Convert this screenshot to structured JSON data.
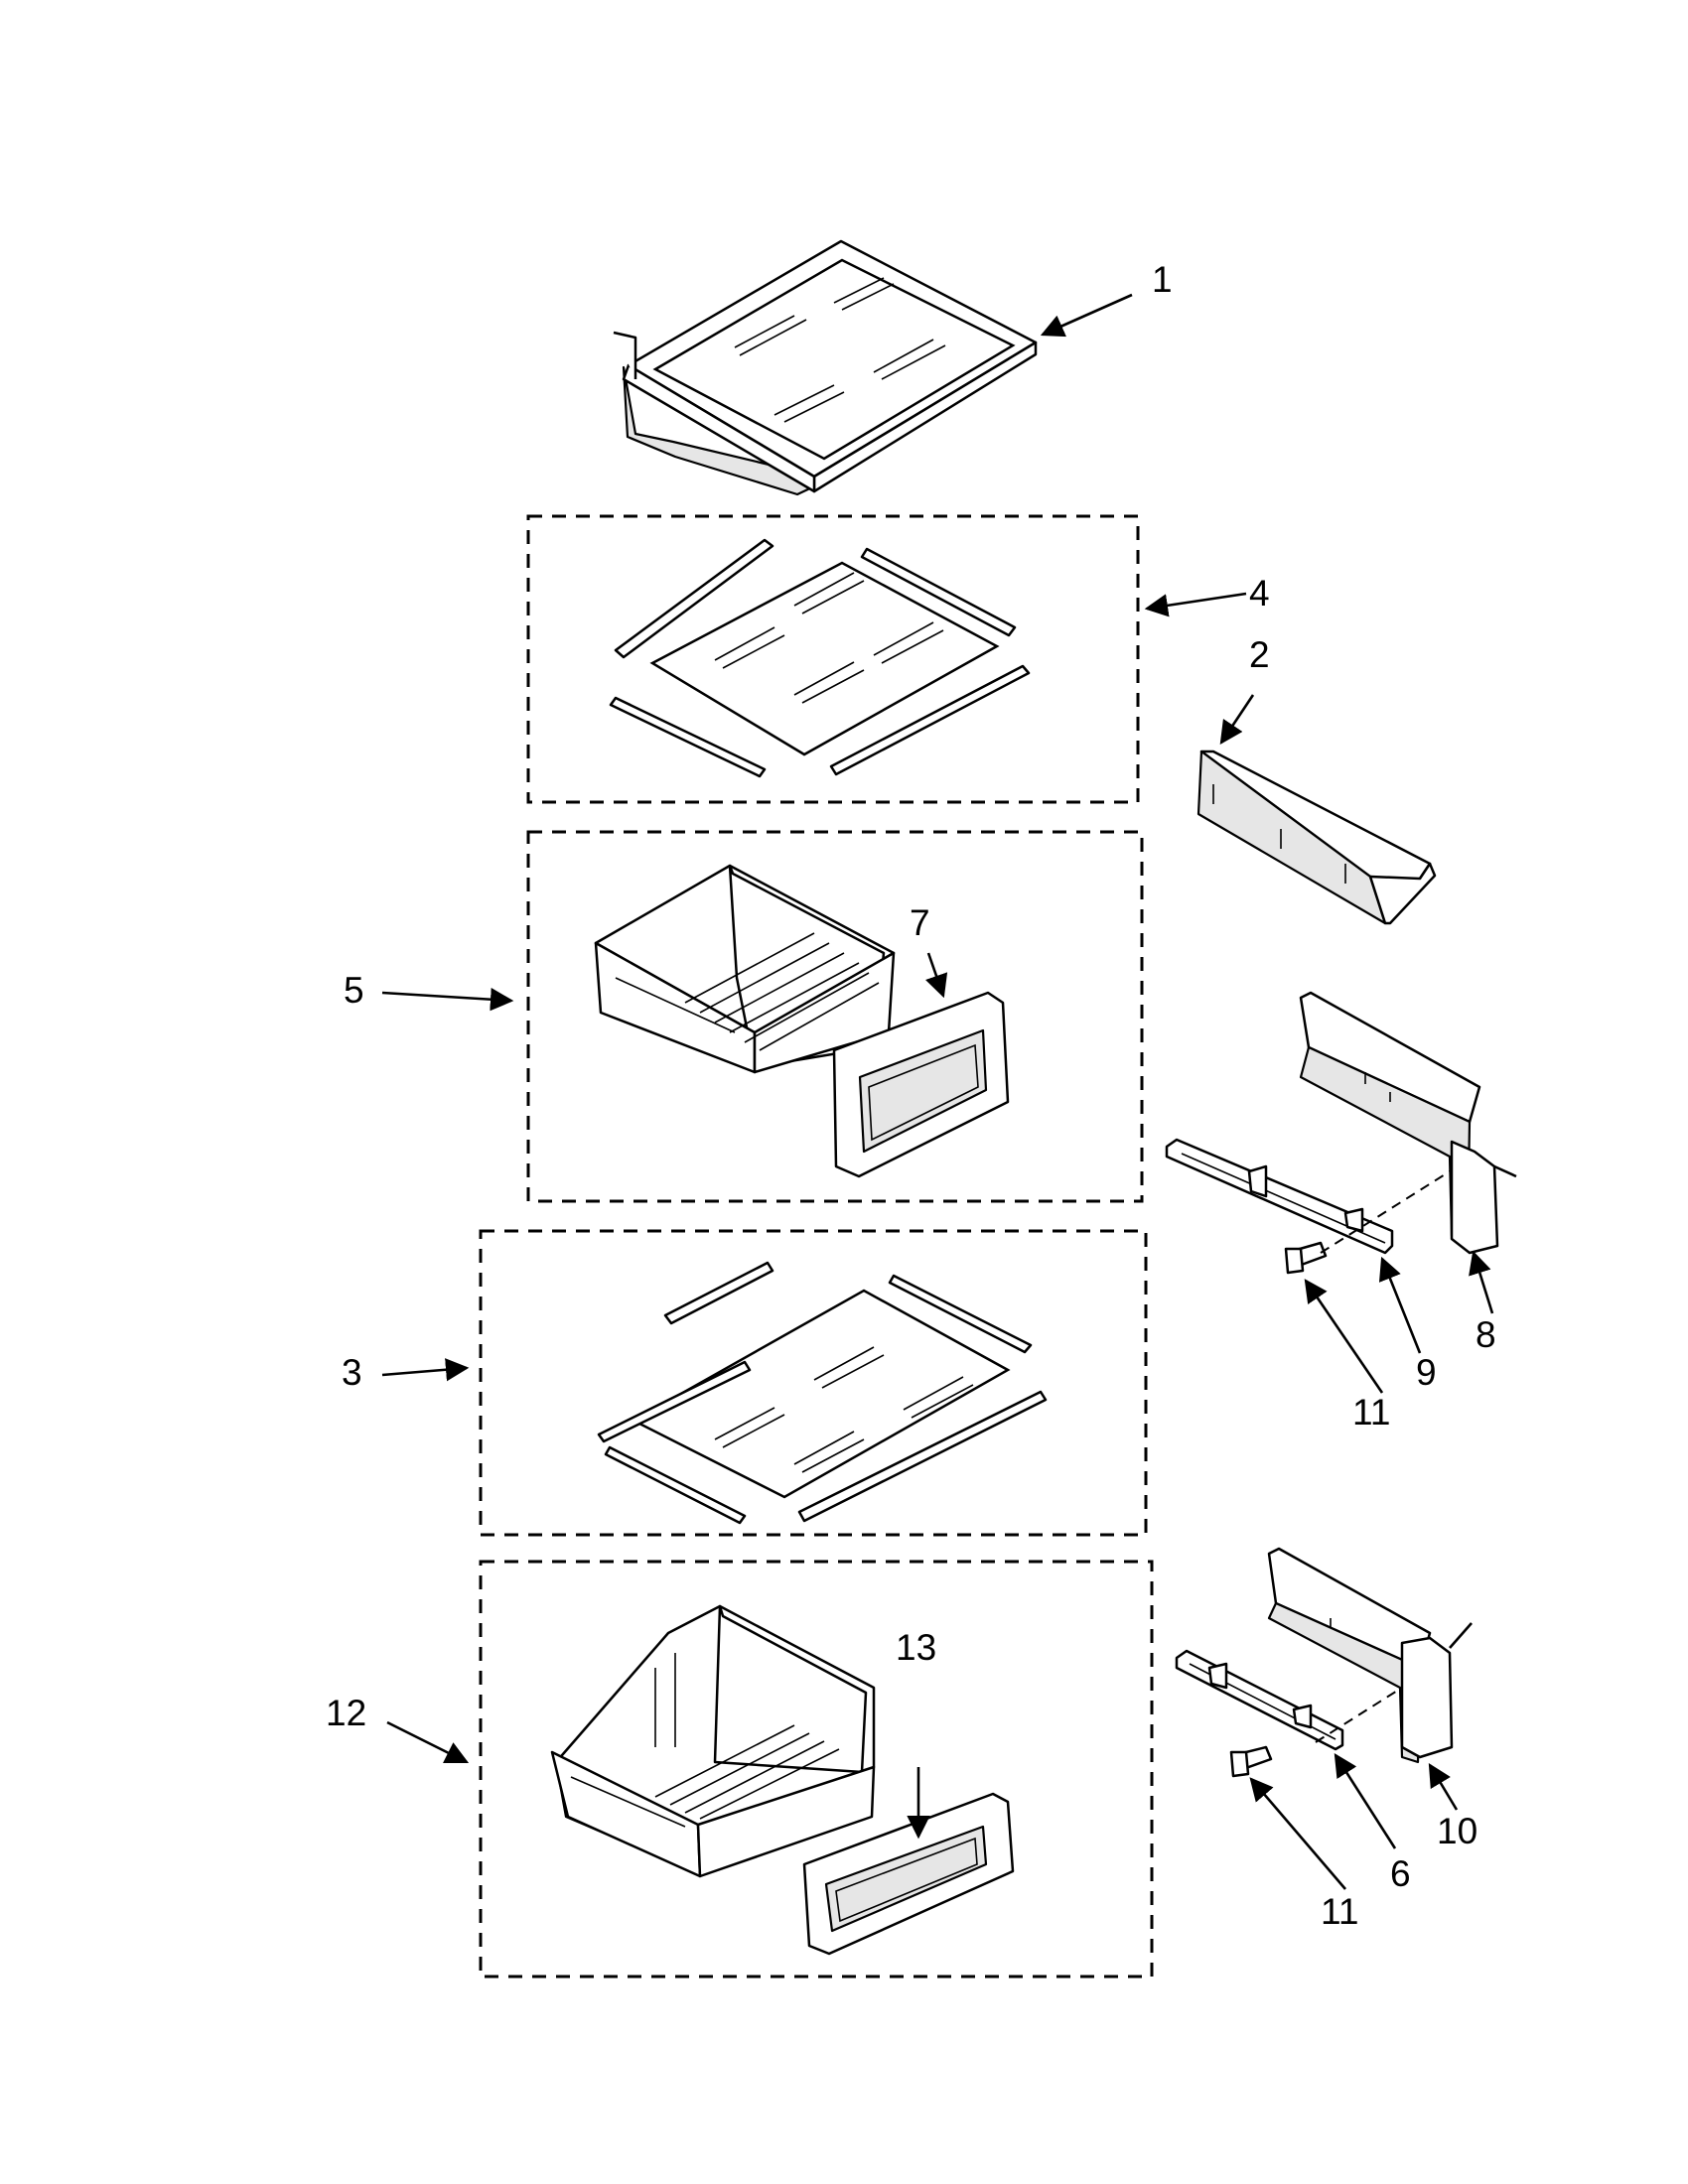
{
  "callouts": {
    "c1": "1",
    "c2": "2",
    "c3": "3",
    "c4": "4",
    "c5": "5",
    "c6": "6",
    "c7": "7",
    "c8": "8",
    "c9": "9",
    "c10": "10",
    "c11a": "11",
    "c11b": "11",
    "c12": "12",
    "c13": "13"
  },
  "colors": {
    "line": "#000000",
    "background": "#ffffff",
    "shading": "#e6e6e6"
  }
}
